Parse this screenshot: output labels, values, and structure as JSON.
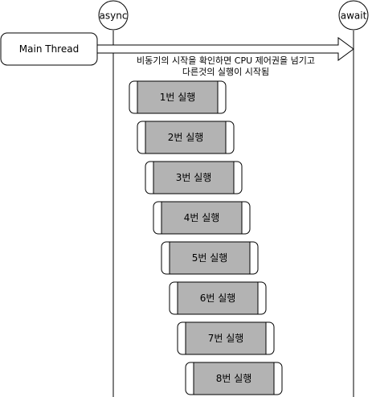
{
  "lanes": {
    "left": "async",
    "right": "await"
  },
  "start_node": "Main Thread",
  "arrow_caption": {
    "line1": "비동기의 시작을 확인하면 CPU 제어권을 넘기고",
    "line2": "다른것의 실행이 시작됨"
  },
  "steps": [
    {
      "label": "1번 실행"
    },
    {
      "label": "2번 실행"
    },
    {
      "label": "3번 실행"
    },
    {
      "label": "4번 실행"
    },
    {
      "label": "5번 실행"
    },
    {
      "label": "6번 실행"
    },
    {
      "label": "7번 실행"
    },
    {
      "label": "8번 실행"
    }
  ],
  "colors": {
    "step_fill": "#b3b3b3",
    "stroke": "#000000",
    "background": "#ffffff"
  }
}
